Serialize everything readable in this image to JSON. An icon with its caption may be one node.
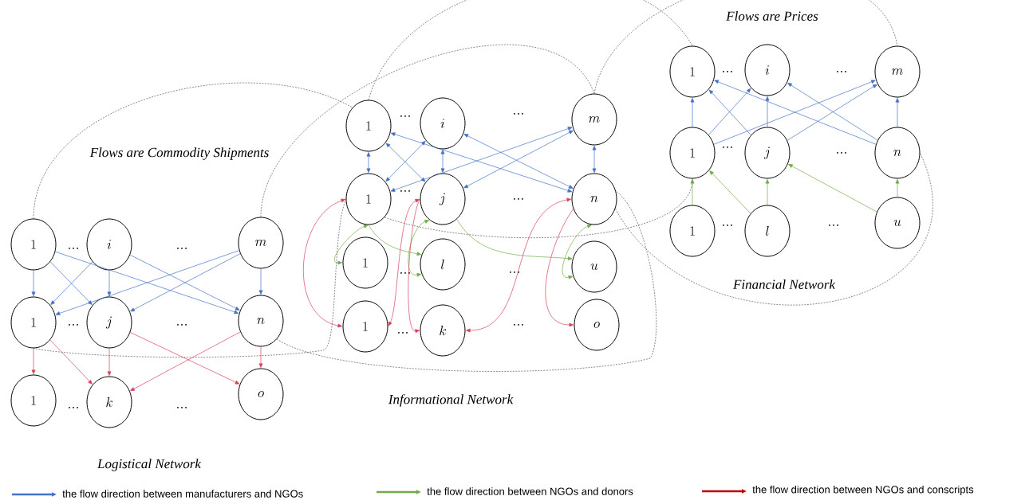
{
  "diagram": {
    "nodes": [
      {
        "text": [
          "1"
        ]
      },
      {
        "text": [
          "i"
        ]
      },
      {
        "text": [
          "m"
        ]
      },
      {
        "text": [
          "1"
        ]
      },
      {
        "text": [
          "j"
        ]
      },
      {
        "text": [
          "n"
        ]
      },
      {
        "text": [
          "1"
        ]
      },
      {
        "text": [
          "k"
        ]
      },
      {
        "text": [
          "o"
        ]
      },
      {
        "text": [
          "1"
        ]
      },
      {
        "text": [
          "i"
        ]
      },
      {
        "text": [
          "m"
        ]
      },
      {
        "text": [
          "1"
        ]
      },
      {
        "text": [
          "j"
        ]
      },
      {
        "text": [
          "n"
        ]
      },
      {
        "text": [
          "1"
        ]
      },
      {
        "text": [
          "l"
        ]
      },
      {
        "text": [
          "u"
        ]
      },
      {
        "text": [
          "1"
        ]
      },
      {
        "text": [
          "k"
        ]
      },
      {
        "text": [
          "o"
        ]
      },
      {
        "text": [
          "1"
        ]
      },
      {
        "text": [
          "i"
        ]
      },
      {
        "text": [
          "m"
        ]
      },
      {
        "text": [
          "1"
        ]
      },
      {
        "text": [
          "j"
        ]
      },
      {
        "text": [
          "n"
        ]
      },
      {
        "text": [
          "1"
        ]
      },
      {
        "text": [
          "l"
        ]
      },
      {
        "text": [
          "u"
        ]
      }
    ],
    "edges": [
      {
        "from": 0,
        "to": 3,
        "arrow": "to"
      },
      {
        "from": 0,
        "to": 4,
        "arrow": "to"
      },
      {
        "from": 0,
        "to": 5,
        "arrow": "to"
      },
      {
        "from": 1,
        "to": 3,
        "arrow": "to"
      },
      {
        "from": 1,
        "to": 4,
        "arrow": "to"
      },
      {
        "from": 1,
        "to": 5,
        "arrow": "to"
      },
      {
        "from": 2,
        "to": 3,
        "arrow": "to"
      },
      {
        "from": 2,
        "to": 4,
        "arrow": "to"
      },
      {
        "from": 2,
        "to": 5,
        "arrow": "to"
      },
      {
        "from": 3,
        "to": 6,
        "arrow": "to",
        "color": "#d9415a"
      },
      {
        "from": 3,
        "to": 7,
        "arrow": "to",
        "color": "#d9415a"
      },
      {
        "from": 4,
        "to": 7,
        "arrow": "to",
        "color": "#d9415a"
      },
      {
        "from": 4,
        "to": 8,
        "arrow": "to",
        "color": "#d9415a"
      },
      {
        "from": 5,
        "to": 7,
        "arrow": "to",
        "color": "#d9415a"
      },
      {
        "from": 5,
        "to": 8,
        "arrow": "to",
        "color": "#d9415a"
      },
      {
        "from": 9,
        "to": 12,
        "arrow": "both"
      },
      {
        "from": 9,
        "to": 13,
        "arrow": "both"
      },
      {
        "from": 9,
        "to": 14,
        "arrow": "both"
      },
      {
        "from": 10,
        "to": 12,
        "arrow": "both"
      },
      {
        "from": 10,
        "to": 13,
        "arrow": "both"
      },
      {
        "from": 10,
        "to": 14,
        "arrow": "both"
      },
      {
        "from": 11,
        "to": 12,
        "arrow": "both"
      },
      {
        "from": 11,
        "to": 13,
        "arrow": "both"
      },
      {
        "from": 11,
        "to": 14,
        "arrow": "both"
      },
      {
        "from": 12,
        "to": 15,
        "arrow": "both",
        "color": "#70ad47"
      },
      {
        "from": 12,
        "to": 16,
        "arrow": "to",
        "color": "#70ad47"
      },
      {
        "from": 13,
        "to": 16,
        "arrow": "both",
        "color": "#70ad47"
      },
      {
        "from": 13,
        "to": 17,
        "arrow": "to",
        "color": "#70ad47"
      },
      {
        "from": 14,
        "to": 17,
        "arrow": "both",
        "color": "#70ad47"
      },
      {
        "from": 12,
        "to": 18,
        "arrow": "both",
        "color": "#d9415a"
      },
      {
        "from": 13,
        "to": 18,
        "arrow": "both",
        "color": "#d9415a"
      },
      {
        "from": 13,
        "to": 19,
        "arrow": "to",
        "color": "#d9415a"
      },
      {
        "from": 14,
        "to": 19,
        "arrow": "both",
        "color": "#d9415a"
      },
      {
        "from": 14,
        "to": 20,
        "arrow": "to",
        "color": "#d9415a"
      },
      {
        "from": 24,
        "to": 21,
        "arrow": "to"
      },
      {
        "from": 24,
        "to": 22,
        "arrow": "to"
      },
      {
        "from": 24,
        "to": 23,
        "arrow": "to"
      },
      {
        "from": 25,
        "to": 21,
        "arrow": "to"
      },
      {
        "from": 25,
        "to": 22,
        "arrow": "to"
      },
      {
        "from": 25,
        "to": 23,
        "arrow": "to"
      },
      {
        "from": 26,
        "to": 21,
        "arrow": "to"
      },
      {
        "from": 26,
        "to": 22,
        "arrow": "to"
      },
      {
        "from": 26,
        "to": 23,
        "arrow": "to"
      },
      {
        "from": 27,
        "to": 24,
        "arrow": "to",
        "color": "#70ad47"
      },
      {
        "from": 28,
        "to": 24,
        "arrow": "to",
        "color": "#70ad47"
      },
      {
        "from": 28,
        "to": 25,
        "arrow": "to",
        "color": "#70ad47"
      },
      {
        "from": 29,
        "to": 25,
        "arrow": "to",
        "color": "#70ad47"
      },
      {
        "from": 29,
        "to": 26,
        "arrow": "to",
        "color": "#70ad47"
      },
      {
        "from": 0,
        "to": 9,
        "arrow": "none",
        "style": "dashed",
        "color": "#595959"
      },
      {
        "from": 2,
        "to": 11,
        "arrow": "none",
        "style": "dashed",
        "color": "#595959"
      },
      {
        "from": 9,
        "to": 21,
        "arrow": "none",
        "style": "dashed",
        "color": "#595959"
      },
      {
        "from": 11,
        "to": 23,
        "arrow": "none",
        "style": "dashed",
        "color": "#595959"
      },
      {
        "from": 3,
        "to": 12,
        "arrow": "none",
        "style": "dashed",
        "color": "#595959"
      },
      {
        "from": 5,
        "to": 14,
        "arrow": "none",
        "style": "dashed",
        "color": "#595959"
      },
      {
        "from": 12,
        "to": 24,
        "arrow": "none",
        "style": "dashed",
        "color": "#595959"
      },
      {
        "from": 14,
        "to": 26,
        "arrow": "none",
        "style": "dashed",
        "color": "#595959"
      }
    ],
    "labels": [
      "Flows are Prices",
      "Flows are Commodity Shipments",
      "Financial Network",
      "Informational Network",
      "Logistical Network",
      "…",
      "…",
      "…",
      "…",
      "…",
      "…",
      "…",
      "…",
      "…",
      "…",
      "…",
      "…",
      "…",
      "…",
      "…",
      "…",
      "…",
      "…",
      "…",
      "…"
    ],
    "legend": [
      {
        "text": "the flow direction between manufacturers and NGOs",
        "color": "#4472c4"
      },
      {
        "text": "the flow direction between NGOs and donors",
        "color": "#70ad47"
      },
      {
        "text": "the flow direction between NGOs and conscripts",
        "color": "#c00000"
      }
    ]
  }
}
